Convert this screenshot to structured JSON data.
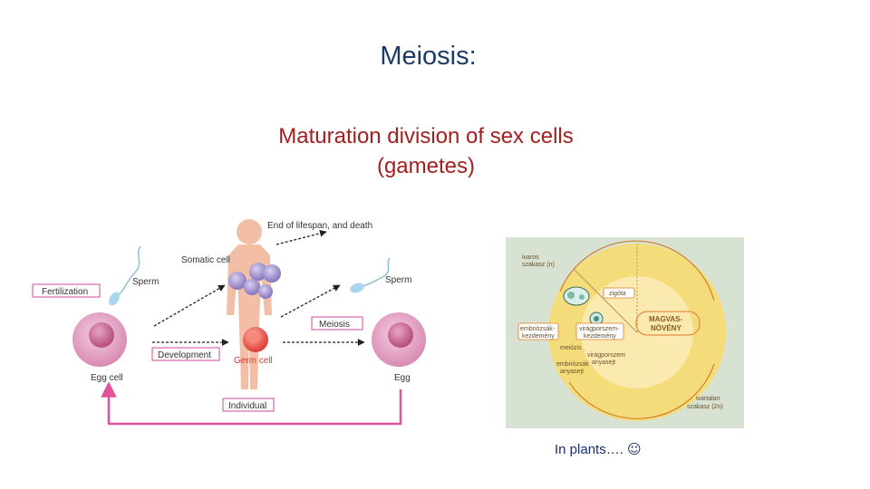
{
  "slide": {
    "title": "Meiosis:",
    "subtitle_line1": "Maturation division of sex cells",
    "subtitle_line2": "(gametes)",
    "caption": "In plants…. ",
    "caption_icon": "smiley-face-icon"
  },
  "human_cycle": {
    "end_of_lifespan": "End of lifespan, and death",
    "somatic_cell": "Somatic cell",
    "sperm_left": "Sperm",
    "sperm_right": "Sperm",
    "fertilization": "Fertilization",
    "meiosis": "Meiosis",
    "development": "Development",
    "germ_cell": "Germ cell",
    "egg_cell": "Egg cell",
    "egg": "Egg",
    "individual": "Individual",
    "accent_color": "#e0529c"
  },
  "plant_cycle": {
    "haploid_phase_1": "ivaros",
    "haploid_phase_2": "szakasz (n)",
    "zygote": "zigóta",
    "gametophyte_1": "embriózsák-",
    "gametophyte_2": "kezdemény",
    "microspore_1": "virágporszem-",
    "microspore_2": "kezdemény",
    "seed_plant_1": "MAGVAS-",
    "seed_plant_2": "NÖVÉNY",
    "meiosis": "meiózis",
    "pollen_1": "virágporszem",
    "pollen_2": "anyasejt",
    "ovule_1": "embriózsák",
    "ovule_2": "anyasejt",
    "diploid_phase_1": "ivartalan",
    "diploid_phase_2": "szakasz (2n)"
  }
}
